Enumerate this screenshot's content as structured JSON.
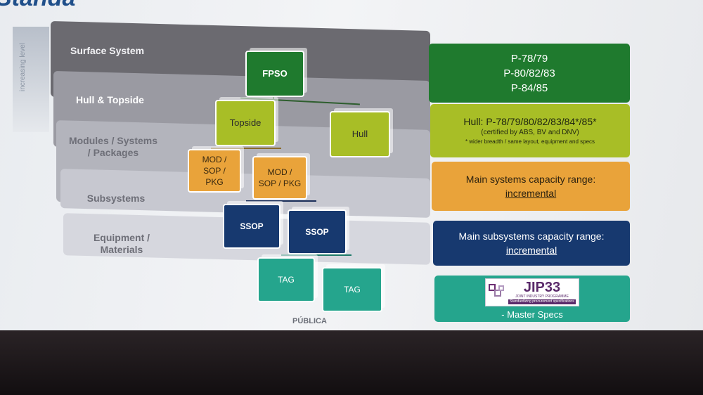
{
  "title_fragment": "Standa",
  "axis_label": "increasing level",
  "levels": [
    {
      "label": "Surface System",
      "color": "#6b6a70"
    },
    {
      "label": "Hull & Topside",
      "color": "#9a9aa2"
    },
    {
      "label": "Modules / Systems / Packages",
      "color": "#b3b4bc"
    },
    {
      "label": "Subsystems",
      "color": "#c7c8d0"
    },
    {
      "label": "Equipment / Materials",
      "color": "#d6d7de"
    }
  ],
  "boxes": {
    "fpso": "FPSO",
    "topside": "Topside",
    "hull": "Hull",
    "mod1": "MOD / SOP / PKG",
    "mod2": "MOD / SOP / PKG",
    "ssop1": "SSOP",
    "ssop2": "SSOP",
    "tag1": "TAG",
    "tag2": "TAG"
  },
  "colors": {
    "green": "#1f7a2e",
    "lime": "#a8be26",
    "orange": "#e9a33a",
    "navy": "#17396f",
    "teal": "#25a58d"
  },
  "info": {
    "surface": [
      "P-78/79",
      "P-80/82/83",
      "P-84/85"
    ],
    "hull_title": "Hull: P-78/79/80/82/83/84*/85*",
    "hull_cert": "(certified by ABS, BV and DNV)",
    "hull_note": "* wider breadth / same layout, equipment and specs",
    "modules_text": "Main systems capacity range:",
    "modules_underlined": "incremental",
    "subsystems_text": "Main subsystems capacity range:",
    "subsystems_underlined": "incremental",
    "equipment_text": "- Master Specs",
    "jip_logo_title": "JIP33",
    "jip_logo_sub": "JOINT INDUSTRY PROGRAMME",
    "jip_logo_strip": "Standardizing procurement specifications"
  },
  "footer": "PÚBLICA"
}
